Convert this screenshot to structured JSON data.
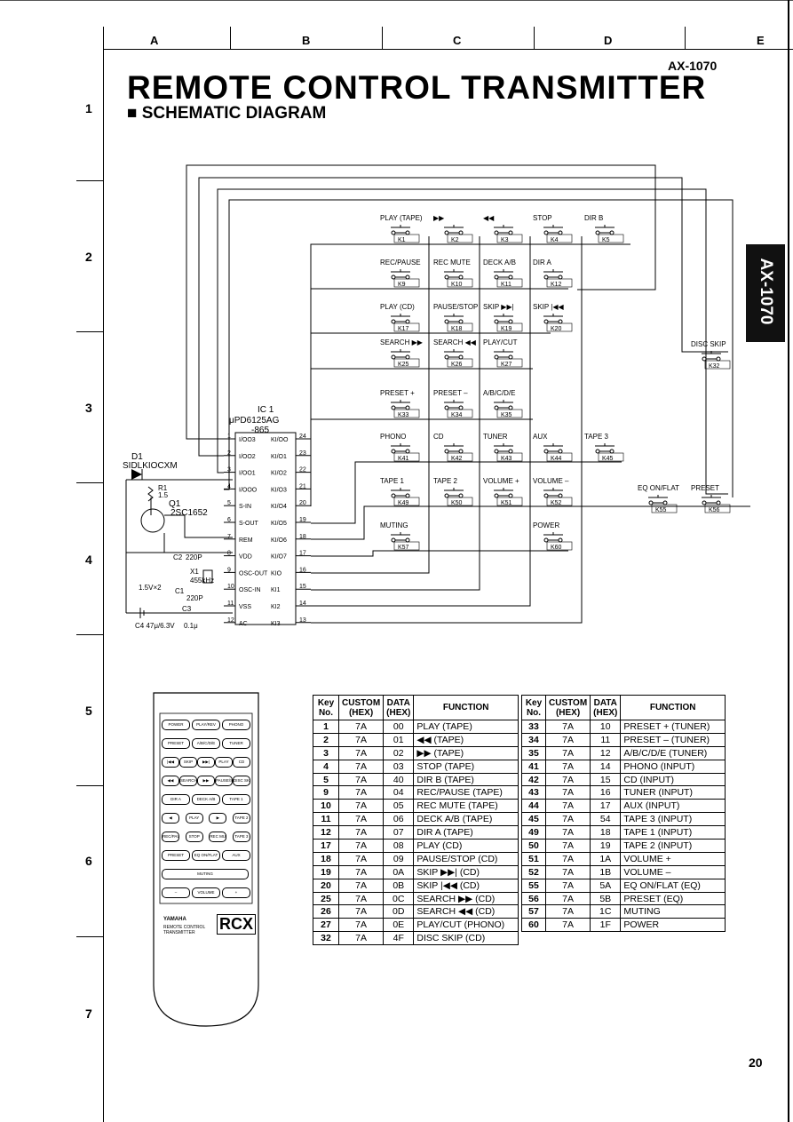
{
  "header": {
    "columns": [
      "A",
      "B",
      "C",
      "D",
      "E"
    ],
    "rows": [
      "1",
      "2",
      "3",
      "4",
      "5",
      "6",
      "7"
    ],
    "model": "AX-1070",
    "title": "REMOTE CONTROL TRANSMITTER",
    "subtitle": "■ SCHEMATIC DIAGRAM",
    "side_tab": "AX-1070",
    "page_number": "20"
  },
  "schematic": {
    "ic_ref": "IC 1",
    "ic_part": "μPD6125AG",
    "ic_suffix": "-865",
    "left_pins": [
      {
        "n": "1",
        "name": "I/OO3"
      },
      {
        "n": "2",
        "name": "I/OO2"
      },
      {
        "n": "3",
        "name": "I/OO1"
      },
      {
        "n": "4",
        "name": "I/OOO"
      },
      {
        "n": "5",
        "name": "S-IN"
      },
      {
        "n": "6",
        "name": "S-OUT"
      },
      {
        "n": "7",
        "name": "REM"
      },
      {
        "n": "8",
        "name": "VDD"
      },
      {
        "n": "9",
        "name": "OSC-OUT"
      },
      {
        "n": "10",
        "name": "OSC-IN"
      },
      {
        "n": "11",
        "name": "VSS"
      },
      {
        "n": "12",
        "name": "AC"
      }
    ],
    "right_pins": [
      {
        "n": "24",
        "name": "KI/OO"
      },
      {
        "n": "23",
        "name": "KI/O1"
      },
      {
        "n": "22",
        "name": "KI/O2"
      },
      {
        "n": "21",
        "name": "KI/O3"
      },
      {
        "n": "20",
        "name": "KI/O4"
      },
      {
        "n": "19",
        "name": "KI/O5"
      },
      {
        "n": "18",
        "name": "KI/O6"
      },
      {
        "n": "17",
        "name": "KI/O7"
      },
      {
        "n": "16",
        "name": "KIO"
      },
      {
        "n": "15",
        "name": "KI1"
      },
      {
        "n": "14",
        "name": "KI2"
      },
      {
        "n": "13",
        "name": "KI3"
      }
    ],
    "keys": [
      {
        "label": "PLAY (TAPE)",
        "ref": "K1",
        "col": 0,
        "row": 0
      },
      {
        "label": "▶▶",
        "ref": "K2",
        "col": 1,
        "row": 0
      },
      {
        "label": "◀◀",
        "ref": "K3",
        "col": 2,
        "row": 0
      },
      {
        "label": "STOP",
        "ref": "K4",
        "col": 3,
        "row": 0
      },
      {
        "label": "DIR B",
        "ref": "K5",
        "col": 4,
        "row": 0
      },
      {
        "label": "REC/PAUSE",
        "ref": "K9",
        "col": 0,
        "row": 1
      },
      {
        "label": "REC MUTE",
        "ref": "K10",
        "col": 1,
        "row": 1
      },
      {
        "label": "DECK A/B",
        "ref": "K11",
        "col": 2,
        "row": 1
      },
      {
        "label": "DIR A",
        "ref": "K12",
        "col": 3,
        "row": 1
      },
      {
        "label": "PLAY (CD)",
        "ref": "K17",
        "col": 0,
        "row": 2
      },
      {
        "label": "PAUSE/STOP",
        "ref": "K18",
        "col": 1,
        "row": 2
      },
      {
        "label": "SKIP ▶▶|",
        "ref": "K19",
        "col": 2,
        "row": 2
      },
      {
        "label": "SKIP |◀◀",
        "ref": "K20",
        "col": 3,
        "row": 2
      },
      {
        "label": "SEARCH ▶▶",
        "ref": "K25",
        "col": 0,
        "row": 3
      },
      {
        "label": "SEARCH ◀◀",
        "ref": "K26",
        "col": 1,
        "row": 3
      },
      {
        "label": "PLAY/CUT",
        "ref": "K27",
        "col": 2,
        "row": 3
      },
      {
        "label": "PRESET +",
        "ref": "K33",
        "col": 0,
        "row": 4
      },
      {
        "label": "PRESET –",
        "ref": "K34",
        "col": 1,
        "row": 4
      },
      {
        "label": "A/B/C/D/E",
        "ref": "K35",
        "col": 2,
        "row": 4
      },
      {
        "label": "PHONO",
        "ref": "K41",
        "col": 0,
        "row": 5
      },
      {
        "label": "CD",
        "ref": "K42",
        "col": 1,
        "row": 5
      },
      {
        "label": "TUNER",
        "ref": "K43",
        "col": 2,
        "row": 5
      },
      {
        "label": "AUX",
        "ref": "K44",
        "col": 3,
        "row": 5
      },
      {
        "label": "TAPE 3",
        "ref": "K45",
        "col": 4,
        "row": 5
      },
      {
        "label": "TAPE 1",
        "ref": "K49",
        "col": 0,
        "row": 6
      },
      {
        "label": "TAPE 2",
        "ref": "K50",
        "col": 1,
        "row": 6
      },
      {
        "label": "VOLUME +",
        "ref": "K51",
        "col": 2,
        "row": 6
      },
      {
        "label": "VOLUME –",
        "ref": "K52",
        "col": 3,
        "row": 6
      },
      {
        "label": "MUTING",
        "ref": "K57",
        "col": 0,
        "row": 7
      },
      {
        "label": "POWER",
        "ref": "K60",
        "col": 3,
        "row": 7
      }
    ],
    "extra_keys": [
      {
        "label": "DISC SKIP",
        "ref": "K32"
      },
      {
        "label": "EQ ON/FLAT",
        "ref": "K55"
      },
      {
        "label": "PRESET",
        "ref": "K56"
      }
    ],
    "parts": {
      "d1_ref": "D1",
      "d1_part": "SIDLKIOCXM",
      "r1_ref": "R1",
      "r1_val": "1.5",
      "q1_ref": "Q1",
      "q1_part": "2SC1652",
      "c2": "C2",
      "c2_val": "220P",
      "x1": "X1",
      "x1_val": "455kHz",
      "c1": "C1",
      "c1_val": "220P",
      "c3": "C3",
      "battery": "1.5V×2",
      "c4": "C4 47μ/6.3V",
      "c3_val": "0.1μ"
    }
  },
  "remote": {
    "brand": "YAMAHA",
    "caption": "REMOTE CONTROL TRANSMITTER",
    "model": "RCX",
    "rows": [
      [
        "POWER",
        "PLAY/REV",
        "PHONO"
      ],
      [
        "PRESET",
        "A/B/C/D/E",
        "TUNER"
      ],
      [
        "|◀◀",
        "SKIP",
        "▶▶|",
        "PLAY",
        "CD"
      ],
      [
        "◀◀",
        "SEARCH",
        "▶▶",
        "PAUSE/STOP",
        "DISC SKIP"
      ],
      [
        "DIR A",
        "DECK A/B",
        "TAPE 1"
      ],
      [
        "◀",
        "PLAY",
        "▶",
        "TAPE 2"
      ],
      [
        "REC/PAUSE",
        "STOP",
        "REC MUTE",
        "TAPE 3"
      ],
      [
        "PRESET",
        "EQ ON/FLAT",
        "AUX"
      ],
      [
        "MUTING"
      ],
      [
        "–",
        "VOLUME",
        "+"
      ]
    ]
  },
  "table": {
    "headers": [
      "Key No.",
      "CUSTOM (HEX)",
      "DATA (HEX)",
      "FUNCTION"
    ],
    "left_rows": [
      [
        "1",
        "7A",
        "00",
        "PLAY (TAPE)"
      ],
      [
        "2",
        "7A",
        "01",
        "◀◀   (TAPE)"
      ],
      [
        "3",
        "7A",
        "02",
        "▶▶   (TAPE)"
      ],
      [
        "4",
        "7A",
        "03",
        "STOP (TAPE)"
      ],
      [
        "5",
        "7A",
        "40",
        "DIR B (TAPE)"
      ],
      [
        "9",
        "7A",
        "04",
        "REC/PAUSE (TAPE)"
      ],
      [
        "10",
        "7A",
        "05",
        "REC MUTE (TAPE)"
      ],
      [
        "11",
        "7A",
        "06",
        "DECK A/B  (TAPE)"
      ],
      [
        "12",
        "7A",
        "07",
        "DIR A      (TAPE)"
      ],
      [
        "17",
        "7A",
        "08",
        "PLAY          (CD)"
      ],
      [
        "18",
        "7A",
        "09",
        "PAUSE/STOP (CD)"
      ],
      [
        "19",
        "7A",
        "0A",
        "SKIP ▶▶|        (CD)"
      ],
      [
        "20",
        "7A",
        "0B",
        "SKIP |◀◀        (CD)"
      ],
      [
        "25",
        "7A",
        "0C",
        "SEARCH ▶▶   (CD)"
      ],
      [
        "26",
        "7A",
        "0D",
        "SEARCH ◀◀   (CD)"
      ],
      [
        "27",
        "7A",
        "0E",
        "PLAY/CUT     (PHONO)"
      ],
      [
        "32",
        "7A",
        "4F",
        "DISC SKIP     (CD)"
      ]
    ],
    "right_rows": [
      [
        "33",
        "7A",
        "10",
        "PRESET +  (TUNER)"
      ],
      [
        "34",
        "7A",
        "11",
        "PRESET –  (TUNER)"
      ],
      [
        "35",
        "7A",
        "12",
        "A/B/C/D/E   (TUNER)"
      ],
      [
        "41",
        "7A",
        "14",
        "PHONO (INPUT)"
      ],
      [
        "42",
        "7A",
        "15",
        "CD        (INPUT)"
      ],
      [
        "43",
        "7A",
        "16",
        "TUNER  (INPUT)"
      ],
      [
        "44",
        "7A",
        "17",
        "AUX       (INPUT)"
      ],
      [
        "45",
        "7A",
        "54",
        "TAPE 3  (INPUT)"
      ],
      [
        "49",
        "7A",
        "18",
        "TAPE 1  (INPUT)"
      ],
      [
        "50",
        "7A",
        "19",
        "TAPE 2  (INPUT)"
      ],
      [
        "51",
        "7A",
        "1A",
        "VOLUME +"
      ],
      [
        "52",
        "7A",
        "1B",
        "VOLUME –"
      ],
      [
        "55",
        "7A",
        "5A",
        "EQ ON/FLAT  (EQ)"
      ],
      [
        "56",
        "7A",
        "5B",
        "PRESET          (EQ)"
      ],
      [
        "57",
        "7A",
        "1C",
        "MUTING"
      ],
      [
        "60",
        "7A",
        "1F",
        "POWER"
      ]
    ]
  }
}
